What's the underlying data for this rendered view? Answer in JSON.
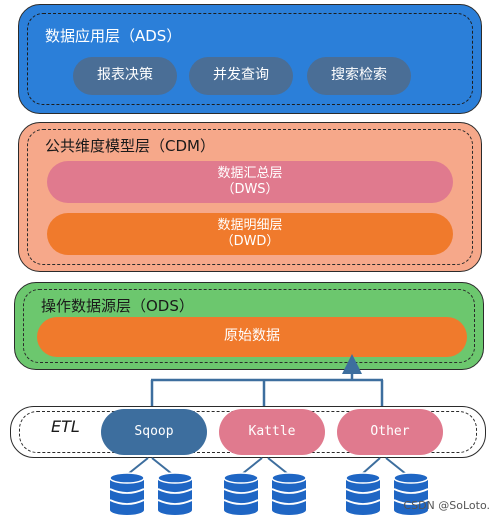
{
  "ads": {
    "title": "数据应用层（ADS）",
    "items": [
      "报表决策",
      "并发查询",
      "搜索检索"
    ]
  },
  "cdm": {
    "title": "公共维度模型层（CDM）",
    "dws": {
      "line1": "数据汇总层",
      "line2": "（DWS）"
    },
    "dwd": {
      "line1": "数据明细层",
      "line2": "（DWD）"
    }
  },
  "ods": {
    "title": "操作数据源层（ODS）",
    "raw": "原始数据"
  },
  "etl": {
    "label": "ETL",
    "tools": [
      "Sqoop",
      "Kattle",
      "Other"
    ]
  },
  "watermark": "CSDN @SoLoto.",
  "colors": {
    "ads_bg": "#2b7fd9",
    "ads_pill": "#4a6e96",
    "cdm_bg": "#f6a88a",
    "dws_pill": "#e07a8e",
    "dwd_pill": "#f07a2c",
    "ods_bg": "#6cc76e",
    "ods_pill": "#f07a2c",
    "sqoop": "#3d6e9e",
    "kattle": "#e07a8e",
    "other": "#e07a8e",
    "db": "#1f66c4",
    "arrow": "#3d6e9e"
  },
  "icons": [
    "database-icon"
  ]
}
